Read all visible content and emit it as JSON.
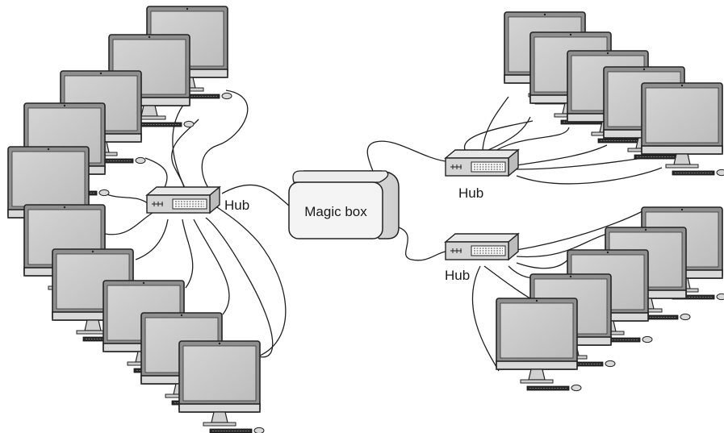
{
  "diagram": {
    "magic_box_label": "Magic box",
    "hub_labels": [
      "Hub",
      "Hub",
      "Hub"
    ]
  },
  "colors": {
    "screen_gray": "#c9c9c9",
    "bezel_gray": "#8f8f8f",
    "outline": "#222222",
    "box_fill": "#f4f4f4"
  },
  "icons": [
    "computer-monitor-icon",
    "keyboard-icon",
    "mouse-icon",
    "network-hub-icon"
  ]
}
